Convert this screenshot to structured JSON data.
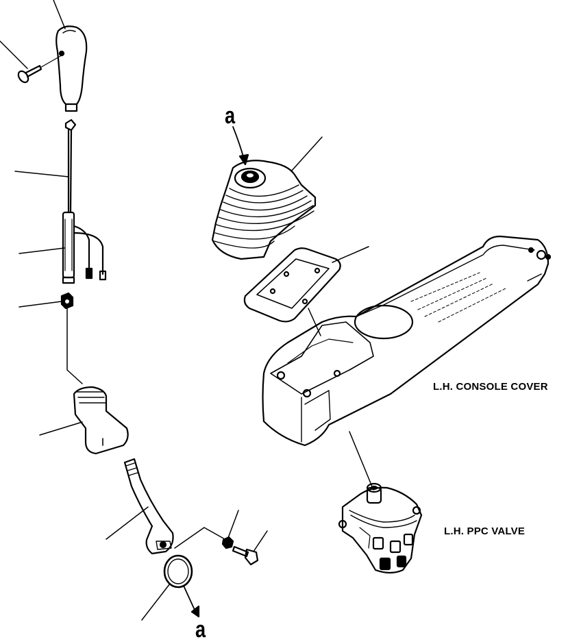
{
  "labels": {
    "console_cover": "L.H. CONSOLE COVER",
    "ppc_valve": "L.H. PPC VALVE",
    "ref_top": "a",
    "ref_bottom": "a"
  }
}
